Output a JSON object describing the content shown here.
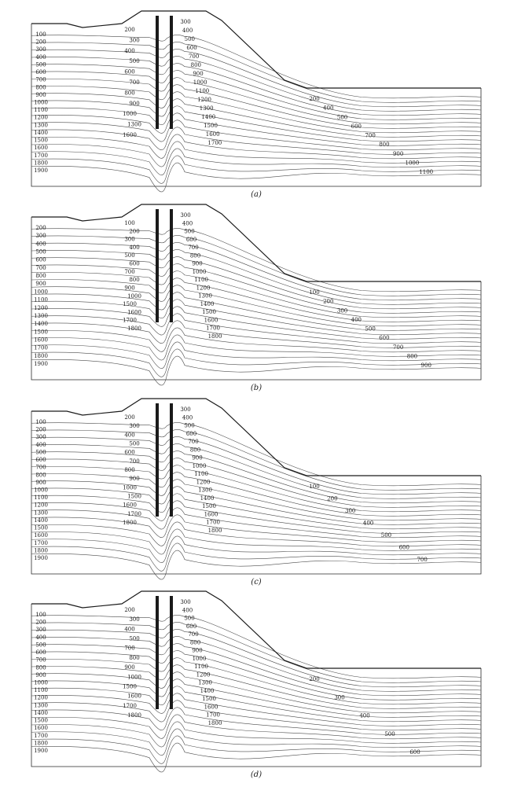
{
  "figure": {
    "panels": [
      {
        "caption": "(a)",
        "left_labels": [
          "100",
          "200",
          "300",
          "400",
          "500",
          "600",
          "700",
          "800",
          "900",
          "1000",
          "1100",
          "1200",
          "1300",
          "1400",
          "1500",
          "1600",
          "1700",
          "1800",
          "1900"
        ],
        "mid_labels": [
          "200",
          "300",
          "400",
          "500",
          "600",
          "700",
          "800",
          "900",
          "1000",
          "1300",
          "1600"
        ],
        "right_labels": [
          "300",
          "400",
          "500",
          "600",
          "700",
          "800",
          "900",
          "1000",
          "1100",
          "1200",
          "1300",
          "1400",
          "1500",
          "1600",
          "1700"
        ],
        "far_labels": [
          "200",
          "400",
          "500",
          "600",
          "700",
          "800",
          "900",
          "1000",
          "1100"
        ]
      },
      {
        "caption": "(b)",
        "left_labels": [
          "200",
          "300",
          "400",
          "500",
          "600",
          "700",
          "800",
          "900",
          "1000",
          "1100",
          "1200",
          "1300",
          "1400",
          "1500",
          "1600",
          "1700",
          "1800",
          "1900"
        ],
        "mid_labels": [
          "100",
          "200",
          "300",
          "400",
          "500",
          "600",
          "700",
          "800",
          "900",
          "1000",
          "1500",
          "1600",
          "1700",
          "1800"
        ],
        "right_labels": [
          "300",
          "400",
          "500",
          "600",
          "700",
          "800",
          "900",
          "1000",
          "1100",
          "1200",
          "1300",
          "1400",
          "1500",
          "1600",
          "1700",
          "1800"
        ],
        "far_labels": [
          "100",
          "200",
          "300",
          "400",
          "500",
          "600",
          "700",
          "800",
          "900"
        ]
      },
      {
        "caption": "(c)",
        "left_labels": [
          "100",
          "200",
          "300",
          "400",
          "500",
          "600",
          "700",
          "800",
          "900",
          "1000",
          "1100",
          "1200",
          "1300",
          "1400",
          "1500",
          "1600",
          "1700",
          "1800",
          "1900"
        ],
        "mid_labels": [
          "200",
          "300",
          "400",
          "500",
          "600",
          "700",
          "800",
          "900",
          "1000",
          "1500",
          "1600",
          "1700",
          "1800"
        ],
        "right_labels": [
          "300",
          "400",
          "500",
          "600",
          "700",
          "800",
          "900",
          "1000",
          "1100",
          "1200",
          "1300",
          "1400",
          "1500",
          "1600",
          "1700",
          "1800"
        ],
        "far_labels": [
          "100",
          "200",
          "300",
          "400",
          "500",
          "600",
          "700"
        ]
      },
      {
        "caption": "(d)",
        "left_labels": [
          "100",
          "200",
          "300",
          "400",
          "500",
          "600",
          "700",
          "800",
          "900",
          "1000",
          "1100",
          "1200",
          "1300",
          "1400",
          "1500",
          "1600",
          "1700",
          "1800",
          "1900"
        ],
        "mid_labels": [
          "200",
          "300",
          "400",
          "500",
          "700",
          "800",
          "900",
          "1000",
          "1500",
          "1600",
          "1700",
          "1800"
        ],
        "right_labels": [
          "300",
          "400",
          "500",
          "600",
          "700",
          "800",
          "900",
          "1000",
          "1100",
          "1200",
          "1300",
          "1400",
          "1500",
          "1600",
          "1700",
          "1800"
        ],
        "far_labels": [
          "200",
          "300",
          "400",
          "500",
          "600"
        ]
      }
    ]
  }
}
